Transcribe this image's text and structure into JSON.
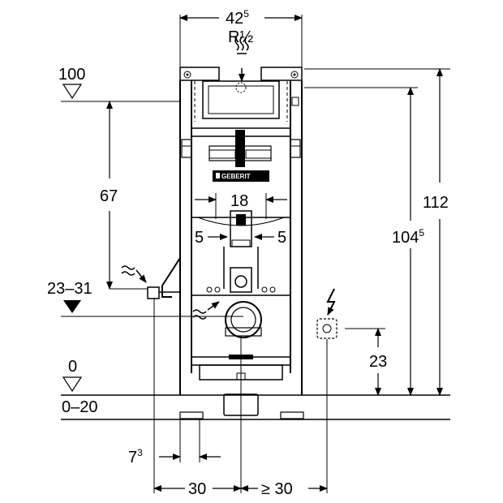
{
  "brand": {
    "logo_text": "GEBERIT"
  },
  "water_supply": {
    "label": "R½"
  },
  "dimensions": {
    "frame_width": {
      "value": "42",
      "sup": "5"
    },
    "upper_level": {
      "value": "100"
    },
    "height_67": {
      "value": "67"
    },
    "height_112": {
      "value": "112"
    },
    "height_1045": {
      "value": "104",
      "sup": "5"
    },
    "width_18": {
      "value": "18"
    },
    "left_5": {
      "value": "5"
    },
    "right_5": {
      "value": "5"
    },
    "drain_height": {
      "value": "23–31"
    },
    "floor_level": {
      "value": "0"
    },
    "floor_range": {
      "value": "0–20"
    },
    "socket_height": {
      "value": "23"
    },
    "leg_offset": {
      "value": "7",
      "sup": "3"
    },
    "bottom_left": {
      "value": "30"
    },
    "bottom_right": {
      "value": "≥ 30"
    }
  }
}
